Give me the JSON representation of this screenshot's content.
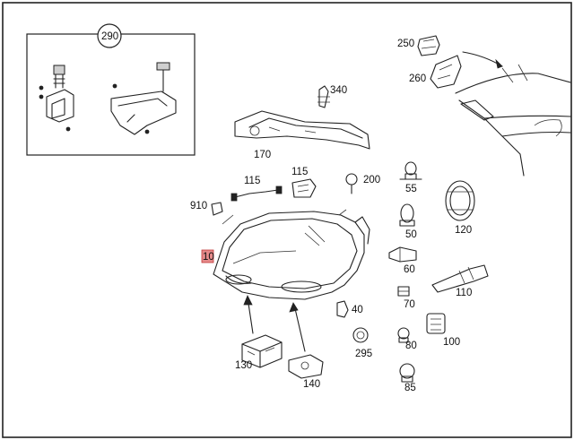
{
  "colors": {
    "highlight": "#e58a8a",
    "ink": "#222222"
  },
  "callouts": {
    "c290": "290",
    "c250": "250",
    "c260": "260",
    "c340": "340",
    "c170": "170",
    "c115a": "115",
    "c115b": "115",
    "c200": "200",
    "c55": "55",
    "c120": "120",
    "c910": "910",
    "c10": "10",
    "c50": "50",
    "c60": "60",
    "c110": "110",
    "c70": "70",
    "c40": "40",
    "c100": "100",
    "c80": "80",
    "c295": "295",
    "c130": "130",
    "c140": "140",
    "c85": "85"
  }
}
